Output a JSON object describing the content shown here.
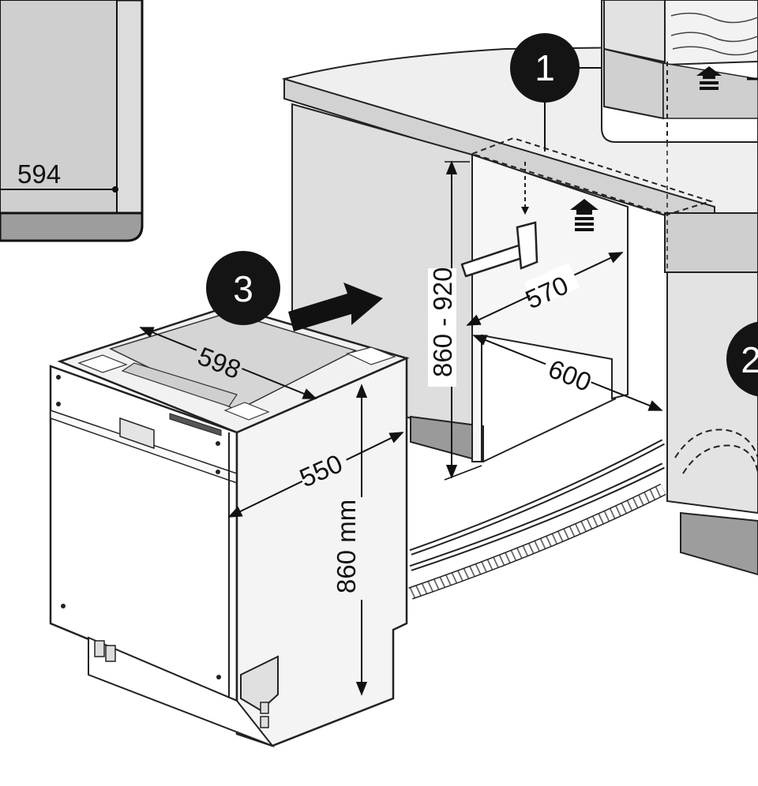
{
  "dimensions": {
    "inset_width": "594",
    "niche_height": "860 - 920",
    "niche_inner_width": "570",
    "niche_depth": "600",
    "appliance_width": "598",
    "appliance_depth": "550",
    "appliance_height": "860 mm"
  },
  "steps": {
    "step_1": "1",
    "step_2": "2",
    "step_3": "3"
  },
  "colors": {
    "outline": "#111111",
    "panel_light": "#e9e9e9",
    "panel_mid": "#cfcfcf",
    "panel_dark": "#9d9d9d",
    "badge": "#141414"
  }
}
